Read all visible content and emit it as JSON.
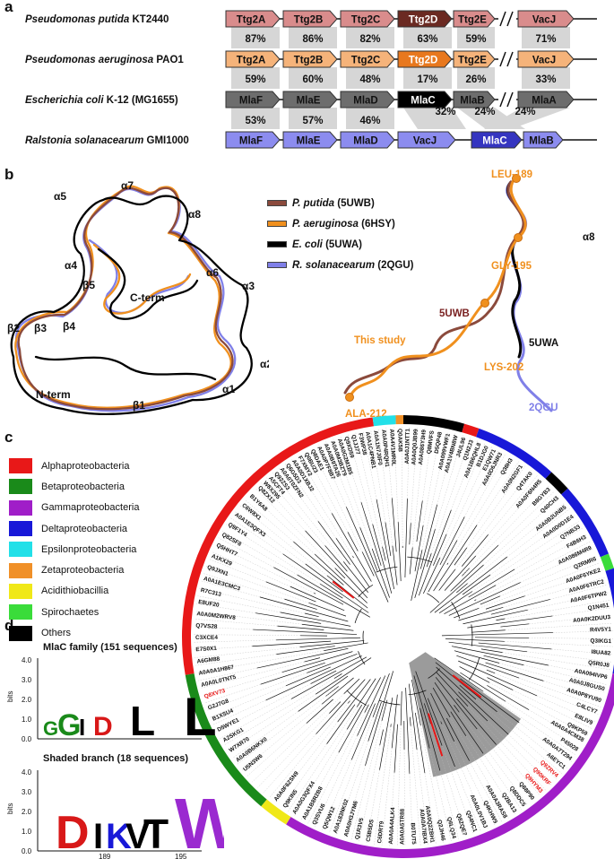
{
  "panels": {
    "a": "a",
    "b": "b",
    "c": "c",
    "d": "d"
  },
  "panel_a": {
    "rows": [
      {
        "species": "Pseudomonas putida",
        "strain": " KT2440",
        "genes": [
          "Ttg2A",
          "Ttg2B",
          "Ttg2C",
          "Ttg2D",
          "Ttg2E",
          "VacJ"
        ],
        "colors": [
          "#d98c8c",
          "#d98c8c",
          "#d98c8c",
          "#6b2a22",
          "#d98c8c",
          "#d98c8c"
        ],
        "percents": [
          "87%",
          "86%",
          "82%",
          "63%",
          "59%",
          "71%"
        ]
      },
      {
        "species": "Pseudomonas aeruginosa",
        "strain": " PAO1",
        "genes": [
          "Ttg2A",
          "Ttg2B",
          "Ttg2C",
          "Ttg2D",
          "Ttg2E",
          "VacJ"
        ],
        "colors": [
          "#f5b37a",
          "#f5b37a",
          "#f5b37a",
          "#e8781e",
          "#f5b37a",
          "#f5b37a"
        ],
        "percents": [
          "59%",
          "60%",
          "48%",
          "17%",
          "26%",
          "33%"
        ]
      },
      {
        "species": "Escherichia coli",
        "strain": " K-12 (MG1655)",
        "genes": [
          "MlaF",
          "MlaE",
          "MlaD",
          "MlaC",
          "MlaB",
          "MlaA"
        ],
        "colors": [
          "#6d6d6d",
          "#6d6d6d",
          "#6d6d6d",
          "#000000",
          "#6d6d6d",
          "#6d6d6d"
        ],
        "percents": [
          "53%",
          "57%",
          "46%",
          "32%",
          "24%",
          "24%"
        ]
      },
      {
        "species": "Ralstonia solanacearum",
        "strain": " GMI1000",
        "genes": [
          "MlaF",
          "MlaE",
          "MlaD",
          "VacJ",
          "MlaC",
          "MlaB"
        ],
        "colors": [
          "#8c8cef",
          "#8c8cef",
          "#8c8cef",
          "#8c8cef",
          "#3535c0",
          "#8c8cef"
        ]
      }
    ]
  },
  "panel_b": {
    "legend": [
      {
        "species": "P. putida",
        "pdb": " (5UWB)",
        "color": "#8b4a3c"
      },
      {
        "species": "P. aeruginosa",
        "pdb": " (6HSY)",
        "color": "#f0901e"
      },
      {
        "species": "E. coli",
        "pdb": " (5UWA)",
        "color": "#000000"
      },
      {
        "species": "R. solanacearum",
        "pdb": " (2QGU)",
        "color": "#8080e8"
      }
    ],
    "structure_labels": [
      "α7",
      "α5",
      "α8",
      "α4",
      "α6",
      "α3",
      "β5",
      "C-term",
      "β2",
      "β3",
      "β4",
      "α2",
      "α1",
      "N-term",
      "β1"
    ],
    "zoom_labels": {
      "leu": "LEU-189",
      "gly": "GLY-195",
      "lys": "LYS-202",
      "ala": "ALA-212",
      "this_study": "This study",
      "uwb": "5UWB",
      "uwa": "5UWA",
      "qgu": "2QGU",
      "alpha8": "α8"
    }
  },
  "panel_c": {
    "legend": [
      {
        "label": "Alphaproteobacteria",
        "color": "#e81818"
      },
      {
        "label": "Betaproteobacteria",
        "color": "#1a8a1a"
      },
      {
        "label": "Gammaproteobacteria",
        "color": "#a01ec8"
      },
      {
        "label": "Deltaproteobacteria",
        "color": "#1818d8"
      },
      {
        "label": "Epsilonproteobacteria",
        "color": "#22e0e8"
      },
      {
        "label": "Zetaproteobacteria",
        "color": "#f09028"
      },
      {
        "label": "Acidithiobacillia",
        "color": "#f0e818"
      },
      {
        "label": "Spirochaetes",
        "color": "#3adc3a"
      },
      {
        "label": "Others",
        "color": "#000000"
      }
    ],
    "highlight_color": "#e81818",
    "leaves_top_left": [
      "W8X295",
      "A5CFT4",
      "Q92ZS3",
      "A0A0T0ZFN2",
      "Q6G5D3",
      "A0A0D1XBJ2",
      "F7XMY2",
      "Q0BU23",
      "Q8DAE1",
      "A0A0P7F8B7",
      "A0A0B9TA26",
      "A0A0M3BZT9",
      "A0A0G2M1B5",
      "Q9XD59",
      "Q1JJ77",
      "F3WP38"
    ],
    "leaves_top": [
      "A0A1C4PNB1",
      "A0A1N7J0F0",
      "A0A0P4RQH1",
      "A0A4V1MR0L",
      "Q0AK5B",
      "A0A0J1NTT1",
      "A0A0Q0JB99",
      "A0A086Y3H9",
      "Q8MVFS",
      "D5QP48",
      "A0A099VWF1",
      "A0A1V4BN8W",
      "J4UL96",
      "Q1N2J3",
      "A0A1B6QHL8",
      "B1DJG0",
      "E1QW71"
    ],
    "leaves_right": [
      "A0A0D6JNR3",
      "Q38H3",
      "A0A0N2GF1",
      "Q4TAK0",
      "A0A0F6N4R5",
      "B8GYB3",
      "Q40CH3",
      "A0A0B2UNB5",
      "A0A0D0D1E4",
      "Q7NB33",
      "F4B6H3",
      "A0A086M4R9",
      "Q2RMR6",
      "A0A0F6YKE2",
      "A0A0F6TRC2",
      "A0A0F6TPW2",
      "Q1N451",
      "A0A0K2DUU3",
      "R4V5Y1",
      "Q3IKG1",
      "I8UA82",
      "Q5R0J8",
      "A0A094IVP6",
      "A0A0J8GUS0",
      "A0A0P8YU90",
      "C4LCY7",
      "E8LIV9",
      "Q9KP59"
    ],
    "leaves_bottom_right": [
      "A0A0A4CM38",
      "P45028",
      "A0A0A7T294",
      "A6EYC1",
      "Q9ZRV4",
      "Q90KRF",
      "Q9HYM3",
      "Q88P90",
      "Q8DDC5",
      "Q2BA13",
      "A0A0A3RAS8",
      "Q4KHW9",
      "A0A0L0V1BJ",
      "Q54NC1",
      "Q8ZQE7",
      "Q6LQ34",
      "Q2JH46",
      "A0A0Q2ZBH1"
    ],
    "leaves_bottom": [
      "A0A0A7IBX4",
      "B0TUT5",
      "A0A0A5TR88",
      "A0A0A4ALK4",
      "C6DRT9",
      "C5B5DS",
      "Q1R3V5",
      "A0A0H3JYM6",
      "A0A183NK02",
      "Q5QW12",
      "Q3SVU6",
      "A0A1B8R2B8",
      "A0A0G3QFX4",
      "Q9KIN5",
      "A0A0F6ZSN9"
    ],
    "leaves_left": [
      "U5N3W6",
      "A0A0B6NKX0",
      "W7XR70",
      "A2SKG1",
      "D5WYE1",
      "B1XSU4",
      "G2J7G8",
      "Q8XV73",
      "A0A0L0TNT5",
      "A0A0A1H867",
      "A6GM88",
      "E7S0X1",
      "C3XCE4",
      "Q7VS28",
      "A0A0M2WRV8",
      "E8UF20",
      "R7C313",
      "A0A1E3CMC3",
      "Q9JXN1",
      "A1KX29",
      "Q5HHT7",
      "Q82SF8",
      "Q9F1Y4",
      "A0A1E3QFX3",
      "C6W8X1",
      "B1Y6A8",
      "Q8ZX12"
    ],
    "red_leaves": [
      "Q8XV73",
      "Q9ZRV4",
      "Q90KRF",
      "Q9HYM3"
    ]
  },
  "panel_d": {
    "title_top": "MlaC family (151 sequences)",
    "title_bottom": "Shaded branch (18 sequences)",
    "ylabel": "bits",
    "yticks": [
      "4.0",
      "3.0",
      "2.0",
      "1.0",
      "0.0"
    ],
    "xticks": [
      "189",
      "195"
    ],
    "top_letters": [
      "G",
      "G",
      "I",
      "D",
      "L",
      "L"
    ],
    "bottom_letters": [
      "D",
      "I",
      "K",
      "V",
      "T",
      "W"
    ]
  }
}
